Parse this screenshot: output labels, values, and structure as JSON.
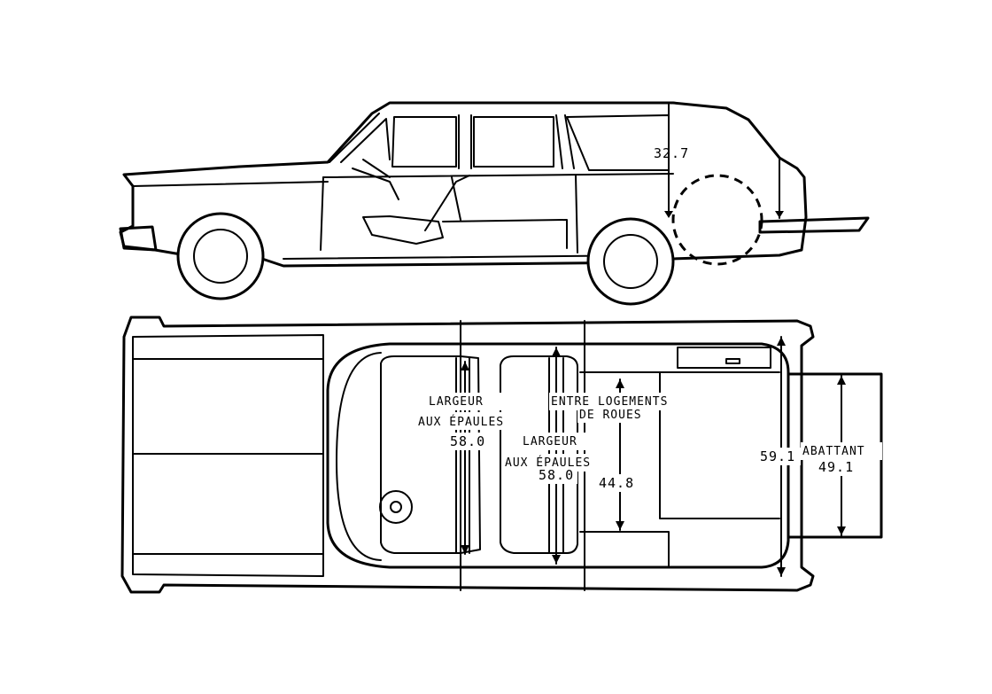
{
  "labels": {
    "side_height": "32.7",
    "front_shoulder_line1": "LARGEUR",
    "front_shoulder_line2": "AUX ÉPAULES",
    "front_shoulder_value": "58.0",
    "rear_shoulder_line1": "LARGEUR",
    "rear_shoulder_line2": "AUX ÉPAULES",
    "rear_shoulder_value": "58.0",
    "wheelhouse_line1": "ENTRE LOGEMENTS",
    "wheelhouse_line2": "DE ROUES",
    "wheelhouse_value": "44.8",
    "cargo_width_value": "59.1",
    "tailgate_line1": "ABATTANT",
    "tailgate_value": "49.1"
  }
}
